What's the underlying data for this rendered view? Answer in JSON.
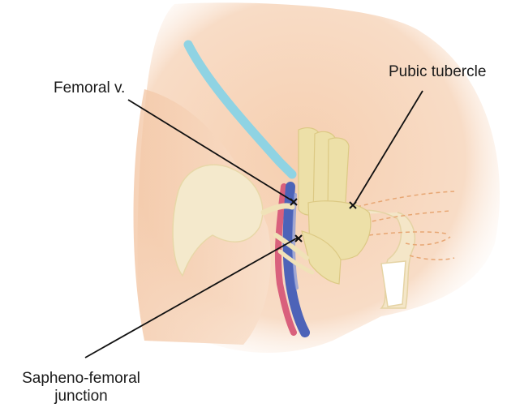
{
  "labels": {
    "femoral_vein": "Femoral v.",
    "pubic_tubercle": "Pubic tubercle",
    "saphenofemoral_line1": "Sapheno-femoral",
    "saphenofemoral_line2": "junction"
  },
  "colors": {
    "skin": "#f6d6bd",
    "skin_light": "#fbe9dc",
    "bone": "#f2e6c4",
    "ligament": "#eadfa6",
    "vein": "#4d63b8",
    "artery": "#d9607c",
    "saphenous": "#8fd3e3",
    "marker": "#111111",
    "leader_line": "#111111"
  }
}
